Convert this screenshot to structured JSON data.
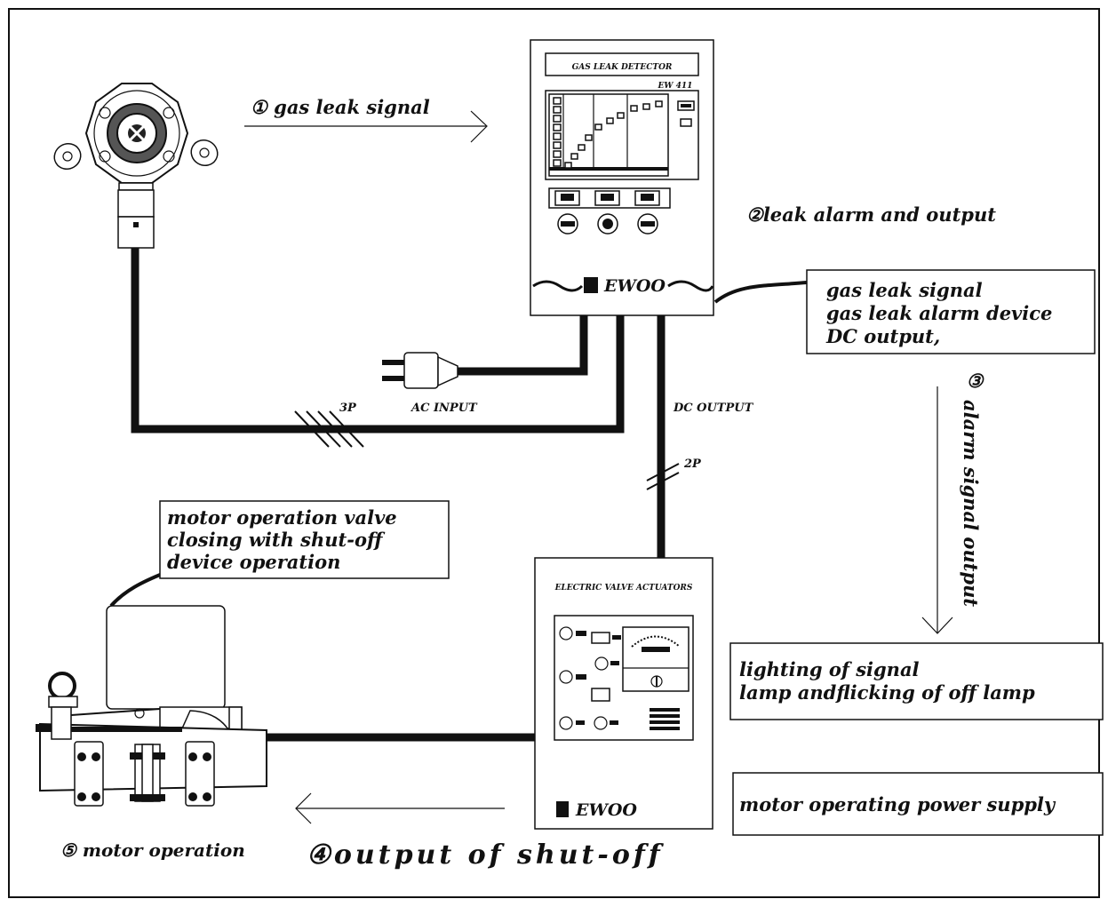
{
  "steps": {
    "s1": "① gas leak signal",
    "s2": "②leak alarm and output",
    "s3_num": "③",
    "s3_text": "alarm signal output",
    "s4": "④output of shut-off",
    "s5": "⑤ motor operation"
  },
  "detector": {
    "title": "GAS LEAK DETECTOR",
    "model": "EW 411",
    "brand": "EWOO"
  },
  "actuator": {
    "title": "ELECTRIC VALVE ACTUATORS",
    "brand": "EWOO"
  },
  "wire_labels": {
    "three_p": "3P",
    "ac_input": "AC INPUT",
    "dc_output": "DC OUTPUT",
    "two_p": "2P"
  },
  "callouts": {
    "detector_output": [
      "gas leak signal",
      "gas leak alarm device",
      "DC output,"
    ],
    "valve": [
      "motor operation valve",
      "closing with shut-off",
      "device operation"
    ],
    "lighting": [
      "lighting of signal",
      "lamp andflicking of off lamp"
    ],
    "power": "motor operating power supply"
  }
}
